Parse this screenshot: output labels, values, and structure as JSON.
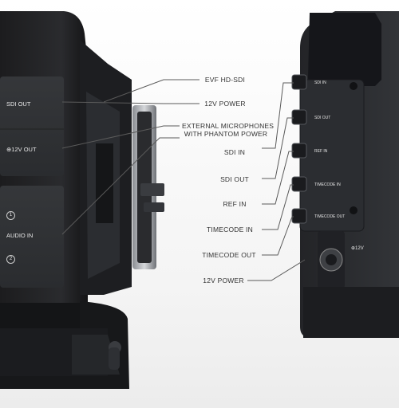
{
  "left_panel": {
    "sdi_out": "SDI OUT",
    "power_out": "⊕12V OUT",
    "audio_in": "AUDIO IN",
    "ch1": "1",
    "ch2": "2"
  },
  "right_panel": {
    "sdi_in": "SDI IN",
    "sdi_out": "SDI OUT",
    "ref_in": "REF IN",
    "timecode_in": "TIMECODE IN",
    "timecode_out": "TIMECODE OUT",
    "power": "⊕12V"
  },
  "callouts": {
    "evf": "EVF HD-SDI",
    "power_left": "12V POWER",
    "mic_line1": "EXTERNAL MICROPHONES",
    "mic_line2": "WITH PHANTOM POWER",
    "sdi_in": "SDI IN",
    "sdi_out": "SDI OUT",
    "ref_in": "REF IN",
    "timecode_in": "TIMECODE IN",
    "timecode_out": "TIMECODE OUT",
    "power_right": "12V POWER"
  }
}
